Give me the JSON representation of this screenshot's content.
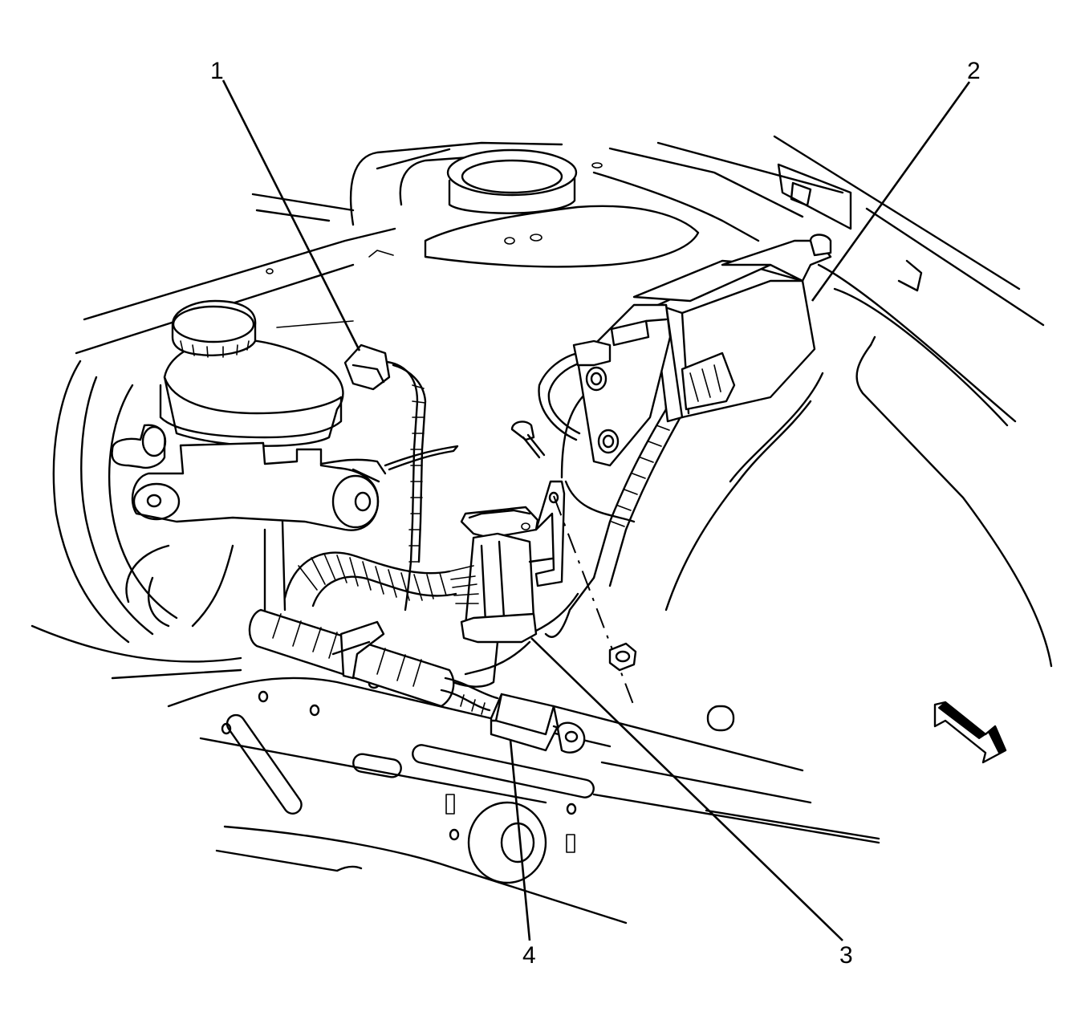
{
  "callouts": [
    {
      "id": "1",
      "label": "1"
    },
    {
      "id": "2",
      "label": "2"
    },
    {
      "id": "3",
      "label": "3"
    },
    {
      "id": "4",
      "label": "4"
    }
  ],
  "icons": {
    "front_arrow": "front-direction-arrow-icon"
  },
  "colors": {
    "line": "#000000",
    "background": "#ffffff"
  }
}
